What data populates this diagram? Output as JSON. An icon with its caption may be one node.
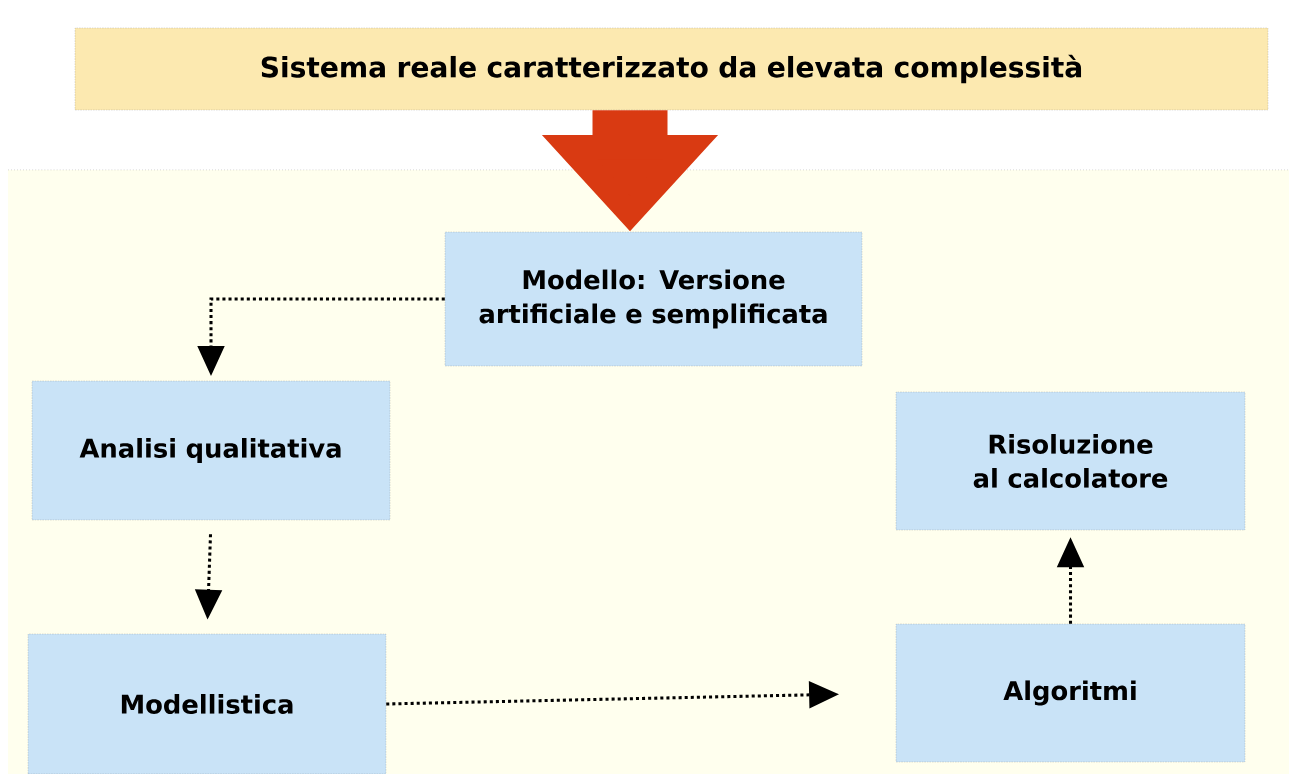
{
  "diagram": {
    "nodes": [
      {
        "text": [
          "Sistema reale caratterizzato da elevata complessità"
        ]
      },
      {
        "text": [
          "Modello: Versione artificiale e semplificata"
        ]
      },
      {
        "text": [
          "Analisi qualitativa"
        ]
      },
      {
        "text": [
          "Modellistica"
        ]
      },
      {
        "text": [
          "Algoritmi"
        ]
      },
      {
        "text": [
          "Risoluzione al calcolatore"
        ]
      }
    ],
    "edges": [
      {
        "from": 0,
        "to": 1,
        "arrow": "to",
        "style": "thick",
        "color": "#d93a12"
      },
      {
        "from": 1,
        "to": 2,
        "arrow": "to",
        "style": "dashed"
      },
      {
        "from": 2,
        "to": 3,
        "arrow": "to",
        "style": "dashed"
      },
      {
        "from": 3,
        "to": 4,
        "arrow": "to",
        "style": "dashed"
      },
      {
        "from": 4,
        "to": 5,
        "arrow": "to",
        "style": "dashed"
      }
    ]
  }
}
